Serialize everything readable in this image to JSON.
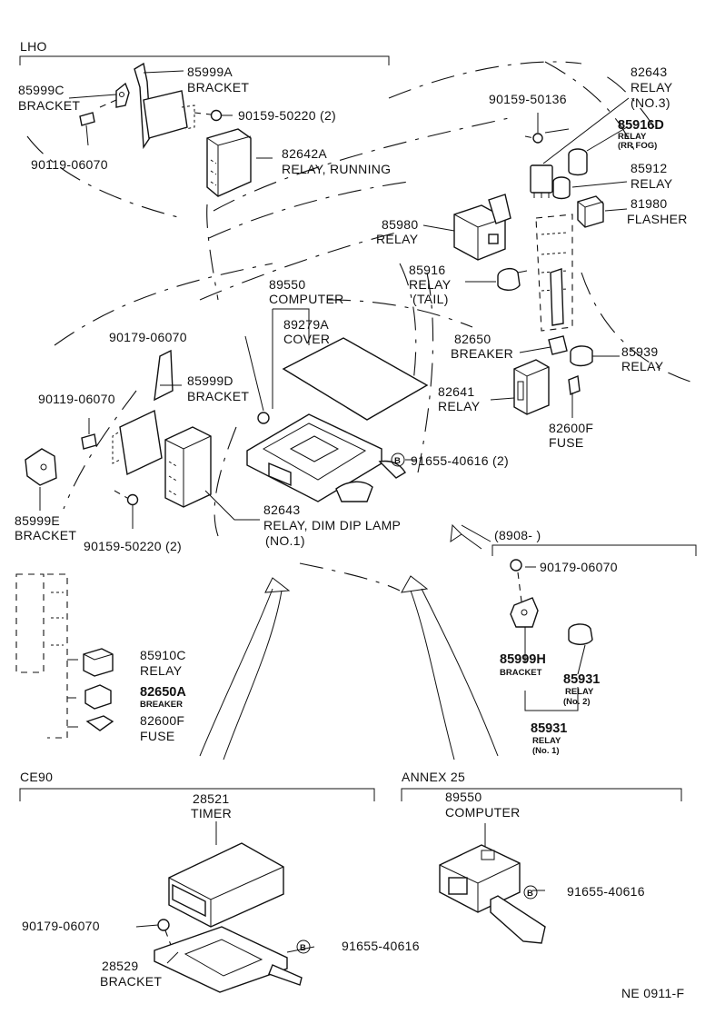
{
  "sections": {
    "lho": "LHO",
    "ce90": "CE90",
    "annex": "ANNEX 25",
    "date_range": "(8908-          )"
  },
  "labels": {
    "p85999c_no": "85999C",
    "p85999c_nm": "BRACKET",
    "p85999a_no": "85999A",
    "p85999a_nm": "BRACKET",
    "p90119_top": "90119-06070",
    "p90159_top": "90159-50220 (2)",
    "p82642a_no": "82642A",
    "p82642a_nm": "RELAY, RUNNING",
    "p90159_50136": "90159-50136",
    "p82643_no3_no": "82643",
    "p82643_no3_nm": "RELAY",
    "p82643_no3_sub": "(NO.3)",
    "p85916d_no": "85916D",
    "p85916d_nm": "RELAY",
    "p85916d_sub": "(RR FOG)",
    "p85912_no": "85912",
    "p85912_nm": "RELAY",
    "p81980_no": "81980",
    "p81980_nm": "FLASHER",
    "p85980_no": "85980",
    "p85980_nm": "RELAY",
    "p85916_no": "85916",
    "p85916_nm": "RELAY",
    "p85916_sub": "(TAIL)",
    "p89550_no": "89550",
    "p89550_nm": "COMPUTER",
    "p90179_mid": "90179-06070",
    "p89279a_no": "89279A",
    "p89279a_nm": "COVER",
    "p82650_no": "82650",
    "p82650_nm": "BREAKER",
    "p85939_no": "85939",
    "p85939_nm": "RELAY",
    "p82641_no": "82641",
    "p82641_nm": "RELAY",
    "p85999d_no": "85999D",
    "p85999d_nm": "BRACKET",
    "p90119_mid": "90119-06070",
    "p82600f_no": "82600F",
    "p82600f_nm": "FUSE",
    "p91655_2": "91655-40616 (2)",
    "p85999e_no": "85999E",
    "p85999e_nm": "BRACKET",
    "p82643_no1_no": "82643",
    "p82643_no1_nm": "RELAY, DIM DIP LAMP",
    "p82643_no1_sub": "(NO.1)",
    "p90159_mid": "90159-50220 (2)",
    "p90179_right": "90179-06070",
    "p85999h_no": "85999H",
    "p85999h_nm": "BRACKET",
    "p85931_no2_no": "85931",
    "p85931_no2_nm": "RELAY",
    "p85931_no2_sub": "(No. 2)",
    "p85931_no1_no": "85931",
    "p85931_no1_nm": "RELAY",
    "p85931_no1_sub": "(No. 1)",
    "p85910c_no": "85910C",
    "p85910c_nm": "RELAY",
    "p82650a_no": "82650A",
    "p82650a_nm": "BREAKER",
    "p82600f_l_no": "82600F",
    "p82600f_l_nm": "FUSE",
    "p28521_no": "28521",
    "p28521_nm": "TIMER",
    "p90179_bot": "90179-06070",
    "p28529_no": "28529",
    "p28529_nm": "BRACKET",
    "p91655_bot": "91655-40616",
    "p89550b_no": "89550",
    "p89550b_nm": "COMPUTER",
    "p91655_annex": "91655-40616",
    "bolt_mark": "B",
    "diagram_code": "NE 0911-F"
  }
}
